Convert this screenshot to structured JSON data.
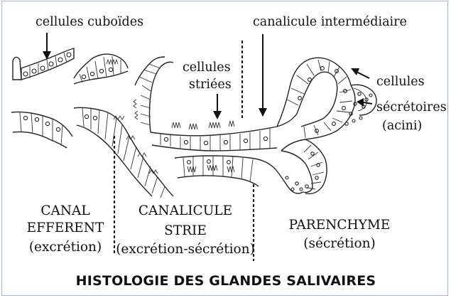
{
  "title": "HISTOLOGIE DES GLANDES SALIVAIRES",
  "labels": {
    "cuboid_cells": "cellules cuboïdes",
    "intermediate_canal": "canalicule intermédiaire",
    "striated_cells_1": "cellules",
    "striated_cells_2": "striées",
    "secretory_cells_1": "cellules",
    "secretory_cells_2": "sécrétoires",
    "secretory_cells_3": "(acini)"
  },
  "regions": {
    "canal_efferent": {
      "line1": "CANAL",
      "line2": "EFFERENT",
      "line3": "(excrétion)"
    },
    "canalicule_strie": {
      "line1": "CANALICULE",
      "line2": "STRIE",
      "line3": "(excrétion-sécrétion)"
    },
    "parenchyme": {
      "line1": "PARENCHYME",
      "line2": "(sécrétion)"
    }
  }
}
